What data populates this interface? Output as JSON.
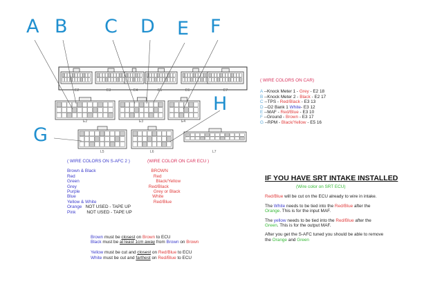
{
  "diagram": {
    "letters": [
      "A",
      "B",
      "C",
      "D",
      "E",
      "F",
      "G",
      "H"
    ],
    "top_labels": [
      "E2",
      "E3",
      "E4",
      "E5",
      "E6",
      "E7"
    ],
    "mid_labels": [
      "E2",
      "E3",
      "E4"
    ],
    "bottom_labels": [
      "L5",
      "L6",
      "L7"
    ]
  },
  "car_wires": {
    "title": "( WIRE COLORS ON CAR)",
    "lines": [
      [
        {
          "t": "A",
          "c": "l"
        },
        {
          "t": " --Knock Meter 1 - ",
          "c": "k"
        },
        {
          "t": "Grey",
          "c": "r"
        },
        {
          "t": " - E2 18",
          "c": "k"
        }
      ],
      [
        {
          "t": "B",
          "c": "l"
        },
        {
          "t": " --Knock Meter 2 - ",
          "c": "k"
        },
        {
          "t": "Black",
          "c": "r"
        },
        {
          "t": " - E2 17",
          "c": "k"
        }
      ],
      [
        {
          "t": "C",
          "c": "l"
        },
        {
          "t": " --TPS - ",
          "c": "k"
        },
        {
          "t": "Red/Black",
          "c": "r"
        },
        {
          "t": " - E3 13",
          "c": "k"
        }
      ],
      [
        {
          "t": "D",
          "c": "l"
        },
        {
          "t": " --O2 Bank 1 ",
          "c": "k"
        },
        {
          "t": "White",
          "c": "b"
        },
        {
          "t": "- E3 12",
          "c": "k"
        }
      ],
      [
        {
          "t": "E",
          "c": "l"
        },
        {
          "t": " --MAF - ",
          "c": "k"
        },
        {
          "t": "Red/Blue",
          "c": "r"
        },
        {
          "t": " - E3 10",
          "c": "k"
        }
      ],
      [
        {
          "t": "F",
          "c": "l"
        },
        {
          "t": " --Ground - ",
          "c": "k"
        },
        {
          "t": "Brown",
          "c": "r"
        },
        {
          "t": " - E3 17",
          "c": "k"
        }
      ],
      [
        {
          "t": "G",
          "c": "l"
        },
        {
          "t": " --RPM - ",
          "c": "k"
        },
        {
          "t": "Black/Yellow",
          "c": "r"
        },
        {
          "t": " - E5 16",
          "c": "k"
        }
      ]
    ]
  },
  "safc_wires": {
    "title": "( WIRE COLORS ON S-AFC 2 )",
    "lines": [
      [
        {
          "t": "Brown & Black",
          "c": "b"
        }
      ],
      [
        {
          "t": "Red",
          "c": "b"
        }
      ],
      [
        {
          "t": "Green",
          "c": "b"
        }
      ],
      [
        {
          "t": "Grey",
          "c": "b"
        }
      ],
      [
        {
          "t": "Purple",
          "c": "b"
        }
      ],
      [
        {
          "t": "Blue",
          "c": "b"
        }
      ],
      [
        {
          "t": "Yellow & White",
          "c": "b"
        }
      ],
      [
        {
          "t": "Orange",
          "c": "b"
        },
        {
          "t": "   NOT USED - TAPE UP",
          "c": "k"
        }
      ],
      [
        {
          "t": "Pink",
          "c": "b"
        },
        {
          "t": "         NOT USED - TAPE UP",
          "c": "k"
        }
      ]
    ]
  },
  "ecu_wires": {
    "title": "(WIRE COLOR ON CAR ECU )",
    "lines": [
      [
        {
          "t": "   BROWN",
          "c": "r"
        }
      ],
      [
        {
          "t": "     Red",
          "c": "r"
        }
      ],
      [
        {
          "t": "       Black/Yellow",
          "c": "r"
        }
      ],
      [
        {
          "t": " Red/Black",
          "c": "r"
        }
      ],
      [
        {
          "t": "     Grey or Black",
          "c": "r"
        }
      ],
      [
        {
          "t": "    White",
          "c": "r"
        }
      ],
      [
        {
          "t": "     Red/Blue",
          "c": "r"
        }
      ]
    ]
  },
  "instructions": {
    "lines": [
      [
        {
          "t": "Brown",
          "c": "b"
        },
        {
          "t": " must be ",
          "c": "k"
        },
        {
          "t": "closest",
          "c": "k u"
        },
        {
          "t": " on ",
          "c": "k"
        },
        {
          "t": "Brown",
          "c": "r"
        },
        {
          "t": " to ECU",
          "c": "k"
        }
      ],
      [
        {
          "t": "Black",
          "c": "b"
        },
        {
          "t": "  must be ",
          "c": "k"
        },
        {
          "t": "at least 1cm away",
          "c": "k u"
        },
        {
          "t": " from ",
          "c": "k"
        },
        {
          "t": "Brown",
          "c": "b"
        },
        {
          "t": " on ",
          "c": "k"
        },
        {
          "t": "Brown",
          "c": "r"
        }
      ],
      [],
      [
        {
          "t": "Yellow",
          "c": "b"
        },
        {
          "t": " must be cut and ",
          "c": "k"
        },
        {
          "t": "closest",
          "c": "k u"
        },
        {
          "t": " on ",
          "c": "k"
        },
        {
          "t": "Red/Blue",
          "c": "r"
        },
        {
          "t": " to ECU",
          "c": "k"
        }
      ],
      [
        {
          "t": "White",
          "c": "b"
        },
        {
          "t": " must be cut and ",
          "c": "k"
        },
        {
          "t": "farthest",
          "c": "k u"
        },
        {
          "t": " on ",
          "c": "k"
        },
        {
          "t": "Red/Blue",
          "c": "r"
        },
        {
          "t": " to ECU",
          "c": "k"
        }
      ]
    ]
  },
  "srt": {
    "title": "IF YOU HAVE SRT INTAKE INSTALLED",
    "subtitle": "(Wire color on SRT ECU)",
    "paragraphs": [
      [
        [
          {
            "t": "Red/Blue",
            "c": "r"
          },
          {
            "t": " will be cut on the ECU already to wire in intake.",
            "c": "k"
          }
        ]
      ],
      [
        [
          {
            "t": "The ",
            "c": "k"
          },
          {
            "t": "White",
            "c": "b"
          },
          {
            "t": " needs to be tied into the ",
            "c": "k"
          },
          {
            "t": "Red/Blue",
            "c": "r"
          },
          {
            "t": " after the",
            "c": "k"
          }
        ],
        [
          {
            "t": "Orange",
            "c": "g"
          },
          {
            "t": ".  This is for the input MAF.",
            "c": "k"
          }
        ]
      ],
      [
        [
          {
            "t": "The ",
            "c": "k"
          },
          {
            "t": "yellow",
            "c": "b"
          },
          {
            "t": " needs to be tied into the ",
            "c": "k"
          },
          {
            "t": "Red/Blue",
            "c": "r"
          },
          {
            "t": " after the",
            "c": "k"
          }
        ],
        [
          {
            "t": "Green",
            "c": "g"
          },
          {
            "t": ".  This is for the output MAF.",
            "c": "k"
          }
        ]
      ],
      [
        [
          {
            "t": "After you get the S-AFC tuned you should be able to remove",
            "c": "k"
          }
        ],
        [
          {
            "t": "the ",
            "c": "k"
          },
          {
            "t": "Orange",
            "c": "g"
          },
          {
            "t": " and ",
            "c": "k"
          },
          {
            "t": "Green",
            "c": "g"
          }
        ]
      ]
    ]
  }
}
